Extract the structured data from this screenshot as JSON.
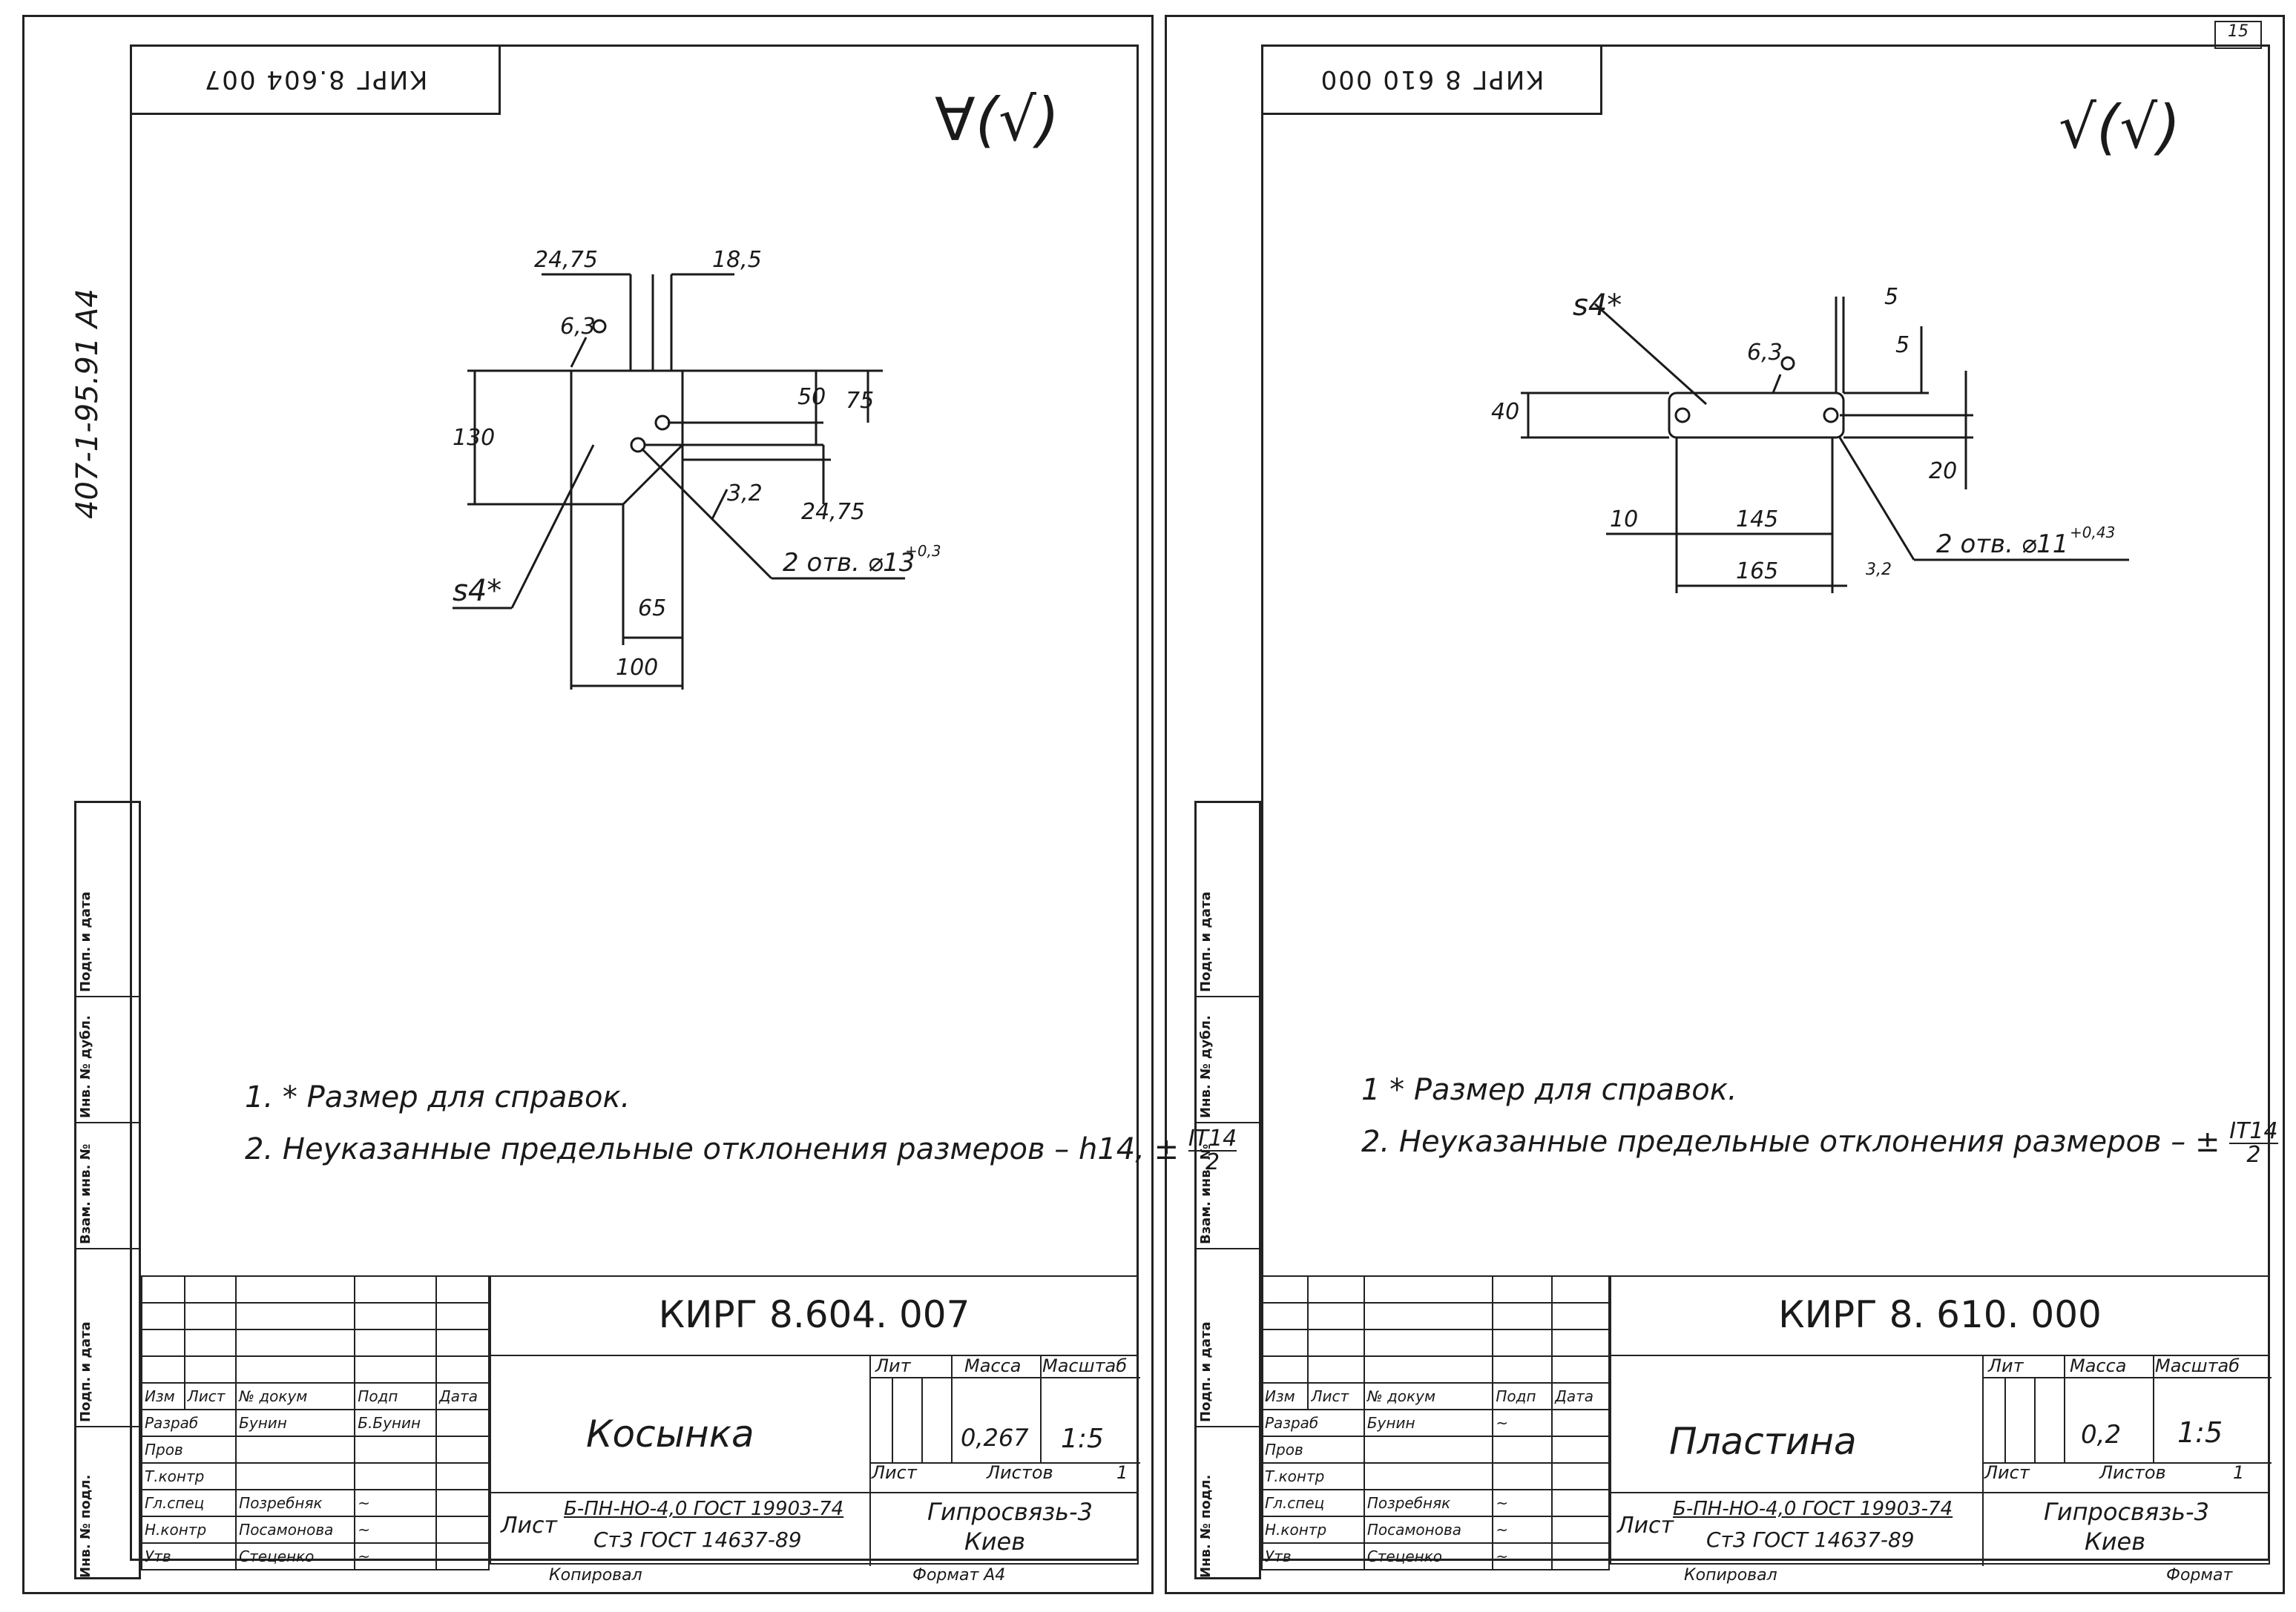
{
  "side_code": "407-1-95.91  A4",
  "page_number": "15",
  "left": {
    "mirrored_code": "КИРГ 8.604 007",
    "roughness": "∀(√)",
    "dims": {
      "d1": "24,75",
      "d2": "18,5",
      "d3": "6,3",
      "d4": "130",
      "d5": "50",
      "d6": "75",
      "d7": "24,75",
      "d8": "3,2",
      "d9": "s4*",
      "d10": "2 отв. ⌀13",
      "d10sup": "+0,3",
      "d11": "65",
      "d12": "100"
    },
    "notes": [
      "1. * Размер для справок.",
      "2. Неуказанные предельные отклонения размеров – h14, ±",
      "IT14",
      "2"
    ],
    "code": "КИРГ 8.604. 007",
    "title": "Косынка",
    "headers": {
      "izm": "Изм",
      "list": "Лист",
      "ndok": "№ докум",
      "podp": "Подп",
      "data": "Дата"
    },
    "rows": [
      {
        "role": "Разраб",
        "name": "Бунин",
        "sign": "Б.Бунин"
      },
      {
        "role": "Пров",
        "name": "",
        "sign": ""
      },
      {
        "role": "Т.контр",
        "name": "",
        "sign": ""
      },
      {
        "role": "Гл.спец",
        "name": "Позребняк",
        "sign": "~"
      },
      {
        "role": "Н.контр",
        "name": "Посамонова",
        "sign": "~"
      },
      {
        "role": "Утв",
        "name": "Стеценко",
        "sign": "~"
      }
    ],
    "lit": "Лит",
    "massa_label": "Масса",
    "scale_label": "Масштаб",
    "massa": "0,267",
    "scale": "1:5",
    "sheet_label": "Лист",
    "sheets_label": "Листов",
    "sheets": "1",
    "material_prefix": "Лист",
    "material1": "Б-ПН-НО-4,0 ГОСТ 19903-74",
    "material2": "Ст3  ГОСТ 14637-89",
    "org1": "Гипросвязь-3",
    "org2": "Киев",
    "copied": "Копировал",
    "format": "Формат  А4"
  },
  "right": {
    "mirrored_code": "КИРГ 8 610 000",
    "roughness": "√(√)",
    "dims": {
      "d1": "s4*",
      "d2": "5",
      "d3": "6,3",
      "d4": "5",
      "d5": "40",
      "d6": "20",
      "d7": "10",
      "d8": "145",
      "d9": "2 отв. ⌀11",
      "d9sup": "+0,43",
      "d10": "3,2",
      "d11": "165"
    },
    "notes": [
      "1 * Размер для справок.",
      "2. Неуказанные предельные отклонения размеров – ±",
      "IT14",
      "2"
    ],
    "code": "КИРГ 8. 610. 000",
    "title": "Пластина",
    "headers": {
      "izm": "Изм",
      "list": "Лист",
      "ndok": "№ докум",
      "podp": "Подп",
      "data": "Дата"
    },
    "rows": [
      {
        "role": "Разраб",
        "name": "Бунин",
        "sign": "~"
      },
      {
        "role": "Пров",
        "name": "",
        "sign": ""
      },
      {
        "role": "Т.контр",
        "name": "",
        "sign": ""
      },
      {
        "role": "Гл.спец",
        "name": "Позребняк",
        "sign": "~"
      },
      {
        "role": "Н.контр",
        "name": "Посамонова",
        "sign": "~"
      },
      {
        "role": "Утв",
        "name": "Стеценко",
        "sign": "~"
      }
    ],
    "lit": "Лит",
    "massa_label": "Масса",
    "scale_label": "Масштаб",
    "massa": "0,2",
    "scale": "1:5",
    "sheet_label": "Лист",
    "sheets_label": "Листов",
    "sheets": "1",
    "material_prefix": "Лист",
    "material1": "Б-ПН-НО-4,0 ГОСТ 19903-74",
    "material2": "Ст3  ГОСТ 14637-89",
    "org1": "Гипросвязь-3",
    "org2": "Киев",
    "copied": "Копировал",
    "format": "Формат"
  },
  "side_labels": [
    "Инв. № подл.",
    "Подп. и дата",
    "Взам. инв. №",
    "Инв. № дубл.",
    "Подп. и дата"
  ]
}
